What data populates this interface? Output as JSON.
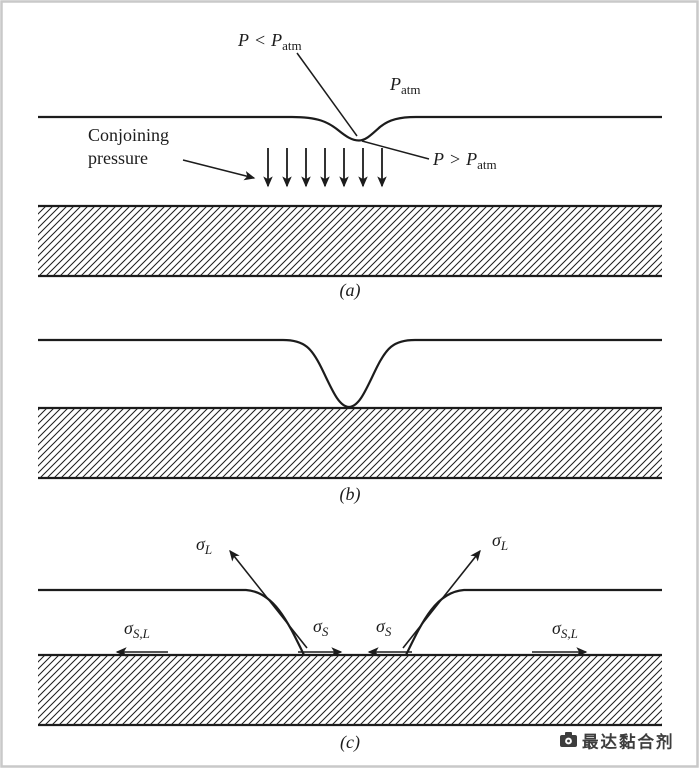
{
  "page": {
    "ink_color": "#1c1c1c",
    "border_color": "#c9c9c9",
    "watermark_color": "#3d3d3d"
  },
  "panel_a": {
    "label": "(a)",
    "p_less": {
      "a": "P",
      "op": "<",
      "b": "P",
      "sub": "atm"
    },
    "p_atm": {
      "a": "P",
      "sub": "atm"
    },
    "p_greater": {
      "a": "P",
      "op": ">",
      "b": "P",
      "sub": "atm"
    },
    "conjoining": {
      "line1": "Conjoining",
      "line2": "pressure"
    }
  },
  "panel_b": {
    "label": "(b)"
  },
  "panel_c": {
    "label": "(c)",
    "sigma_l": {
      "sym": "σ",
      "sub": "L"
    },
    "sigma_s": {
      "sym": "σ",
      "sub": "S"
    },
    "sigma_sl": {
      "sym": "σ",
      "sub": "S,L"
    }
  },
  "watermark": {
    "text": "最达黏合剂"
  }
}
